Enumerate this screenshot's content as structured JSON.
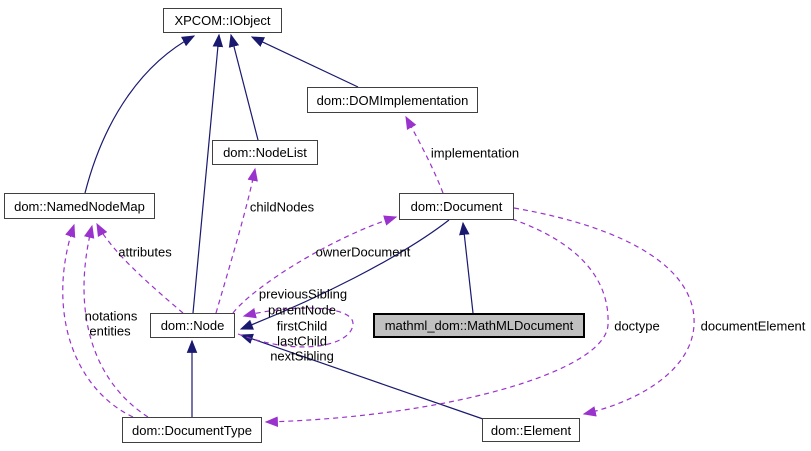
{
  "diagram": {
    "type": "collaboration-graph",
    "nodes": {
      "iobject": {
        "label": "XPCOM::IObject"
      },
      "domimplementation": {
        "label": "dom::DOMImplementation"
      },
      "nodelist": {
        "label": "dom::NodeList"
      },
      "namednodemap": {
        "label": "dom::NamedNodeMap"
      },
      "document": {
        "label": "dom::Document"
      },
      "node": {
        "label": "dom::Node"
      },
      "mathmldocument": {
        "label": "mathml_dom::MathMLDocument"
      },
      "documenttype": {
        "label": "dom::DocumentType"
      },
      "element": {
        "label": "dom::Element"
      }
    },
    "edge_labels": {
      "implementation": "implementation",
      "childnodes": "childNodes",
      "attributes": "attributes",
      "ownerdocument": "ownerDocument",
      "previoussibling": "previousSibling",
      "parentnode": "parentNode",
      "firstchild": "firstChild",
      "lastchild": "lastChild",
      "nextsibling": "nextSibling",
      "notations": "notations",
      "entities": "entities",
      "doctype": "doctype",
      "documentelement": "documentElement"
    },
    "colors": {
      "inheritance_edge": "#191970",
      "usage_edge": "#9a32cd",
      "node_border": "#404040",
      "node_fill": "#ffffff",
      "highlight_fill": "#c0c0c0",
      "text": "#000000",
      "background": "#ffffff"
    }
  }
}
